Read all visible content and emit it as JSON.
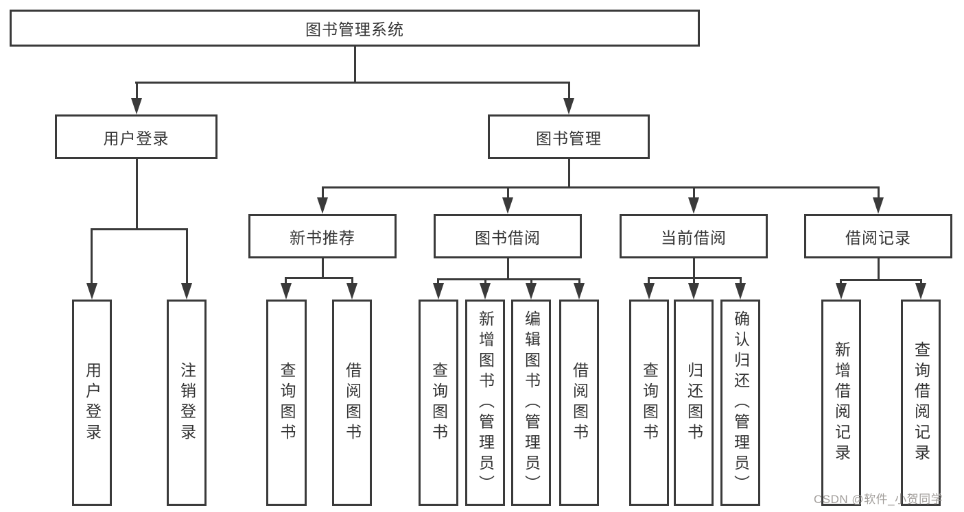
{
  "nodes": {
    "root": {
      "label": "图书管理系统"
    },
    "level2": [
      {
        "label": "用户登录"
      },
      {
        "label": "图书管理"
      }
    ],
    "level3": [
      {
        "label": "新书推荐"
      },
      {
        "label": "图书借阅"
      },
      {
        "label": "当前借阅"
      },
      {
        "label": "借阅记录"
      }
    ],
    "level4": [
      {
        "label": "用户登录"
      },
      {
        "label": "注销登录"
      },
      {
        "label": "查询图书"
      },
      {
        "label": "借阅图书"
      },
      {
        "label": "查询图书"
      },
      {
        "label": "新增图书（管理员）"
      },
      {
        "label": "编辑图书（管理员）"
      },
      {
        "label": "借阅图书"
      },
      {
        "label": "查询图书"
      },
      {
        "label": "归还图书"
      },
      {
        "label": "确认归还（管理员）"
      },
      {
        "label": "新增借阅记录"
      },
      {
        "label": "查询借阅记录"
      }
    ]
  },
  "watermark": {
    "text": "CSDN @软件_小贺同学"
  },
  "colors": {
    "line": "#3a3a3a",
    "text": "#333333",
    "watermark": "#a29e9b",
    "background": "#ffffff"
  }
}
